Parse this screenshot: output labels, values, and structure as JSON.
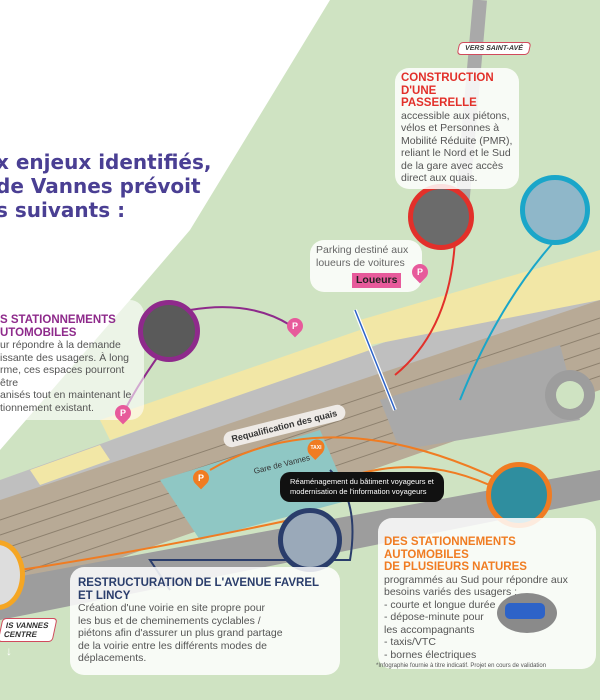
{
  "title": {
    "lines": [
      "x enjeux identifiés,",
      " de Vannes prévoit",
      "s suivants :"
    ]
  },
  "signs": {
    "saint_ave": "VERS SAINT-AVÉ",
    "vannes_centre": [
      "IS VANNES",
      "CENTRE"
    ]
  },
  "passerelle": {
    "heading": [
      "CONSTRUCTION",
      "D'UNE PASSERELLE"
    ],
    "body": [
      "accessible aux piétons,",
      "vélos et Personnes à",
      "Mobilité Réduite (PMR),",
      "reliant le Nord et le Sud",
      "de la gare avec accès",
      "direct aux quais."
    ]
  },
  "loueurs": {
    "text": [
      "Parking destiné aux",
      "loueurs de voitures"
    ],
    "badge": "Loueurs"
  },
  "stationnements_nord": {
    "heading": [
      "S STATIONNEMENTS",
      "UTOMOBILES"
    ],
    "body": [
      "ur répondre à la demande",
      "issante des usagers. À long",
      "rme, ces espaces pourront être",
      "anisés tout en maintenant le",
      "tionnement existant."
    ]
  },
  "quais": "Requalification des quais",
  "gare": "Gare de Vannes",
  "batiment": [
    "Réaménagement du bâtiment voyageurs et",
    "modernisation de l'information voyageurs"
  ],
  "stationnements_sud": {
    "heading": [
      "DES STATIONNEMENTS AUTOMOBILES",
      "DE PLUSIEURS NATURES"
    ],
    "body": [
      "programmés au Sud pour répondre aux",
      "besoins variés des usagers :",
      "- courte et longue durée",
      "- dépose-minute pour",
      "les accompagnants",
      "- taxis/VTC",
      "- bornes électriques"
    ]
  },
  "avenue": {
    "heading": [
      "RESTRUCTURATION DE L'AVENUE FAVREL",
      "ET LINCY"
    ],
    "body": [
      "Création d'une voirie en site propre pour",
      "les bus et de cheminements cyclables /",
      "piétons afin d'assurer un plus grand partage",
      "de la voirie entre les différents modes de",
      "déplacements."
    ]
  },
  "footnote": "*Infographie fournie à titre indicatif. Projet en cours de validation",
  "pins": {
    "parking": "P",
    "taxi": "TAXI"
  },
  "colors": {
    "title": "#4a3f93",
    "purple": "#8e2a8b",
    "red": "#e2302a",
    "orange": "#f07c22",
    "navy": "#2a3d6b",
    "cyan": "#1aa6c9",
    "green": "#cfe3c2",
    "pink": "#e75a9b"
  }
}
